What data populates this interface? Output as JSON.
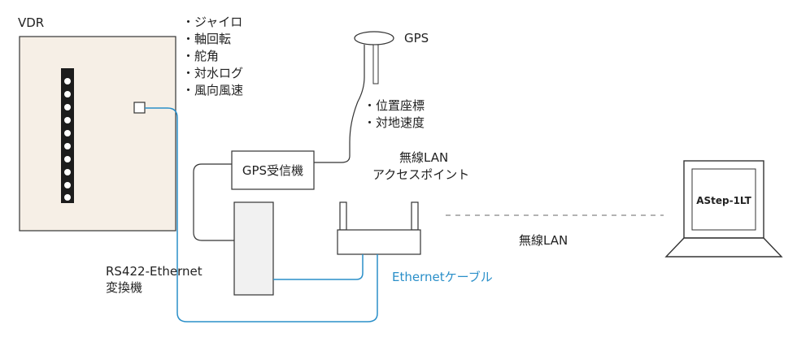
{
  "vdr": {
    "label": "VDR"
  },
  "vdr_signals": [
    "ジャイロ",
    "軸回転",
    "舵角",
    "対水ログ",
    "風向風速"
  ],
  "gps": {
    "antenna_label": "GPS",
    "signals": [
      "位置座標",
      "対地速度"
    ],
    "receiver_label": "GPS受信機"
  },
  "access_point": {
    "label_line1": "無線LAN",
    "label_line2": "アクセスポイント"
  },
  "converter": {
    "label_line1": "RS422-Ethernet",
    "label_line2": "変換機"
  },
  "cable": {
    "label": "Ethernetケーブル"
  },
  "wireless": {
    "label": "無線LAN"
  },
  "laptop": {
    "screen_label": "AStep-1LT"
  },
  "colors": {
    "cable": "#2a8fc9",
    "vdr_fill": "#f6efe6",
    "outline": "#333333",
    "dashed": "#9a9a9a"
  }
}
